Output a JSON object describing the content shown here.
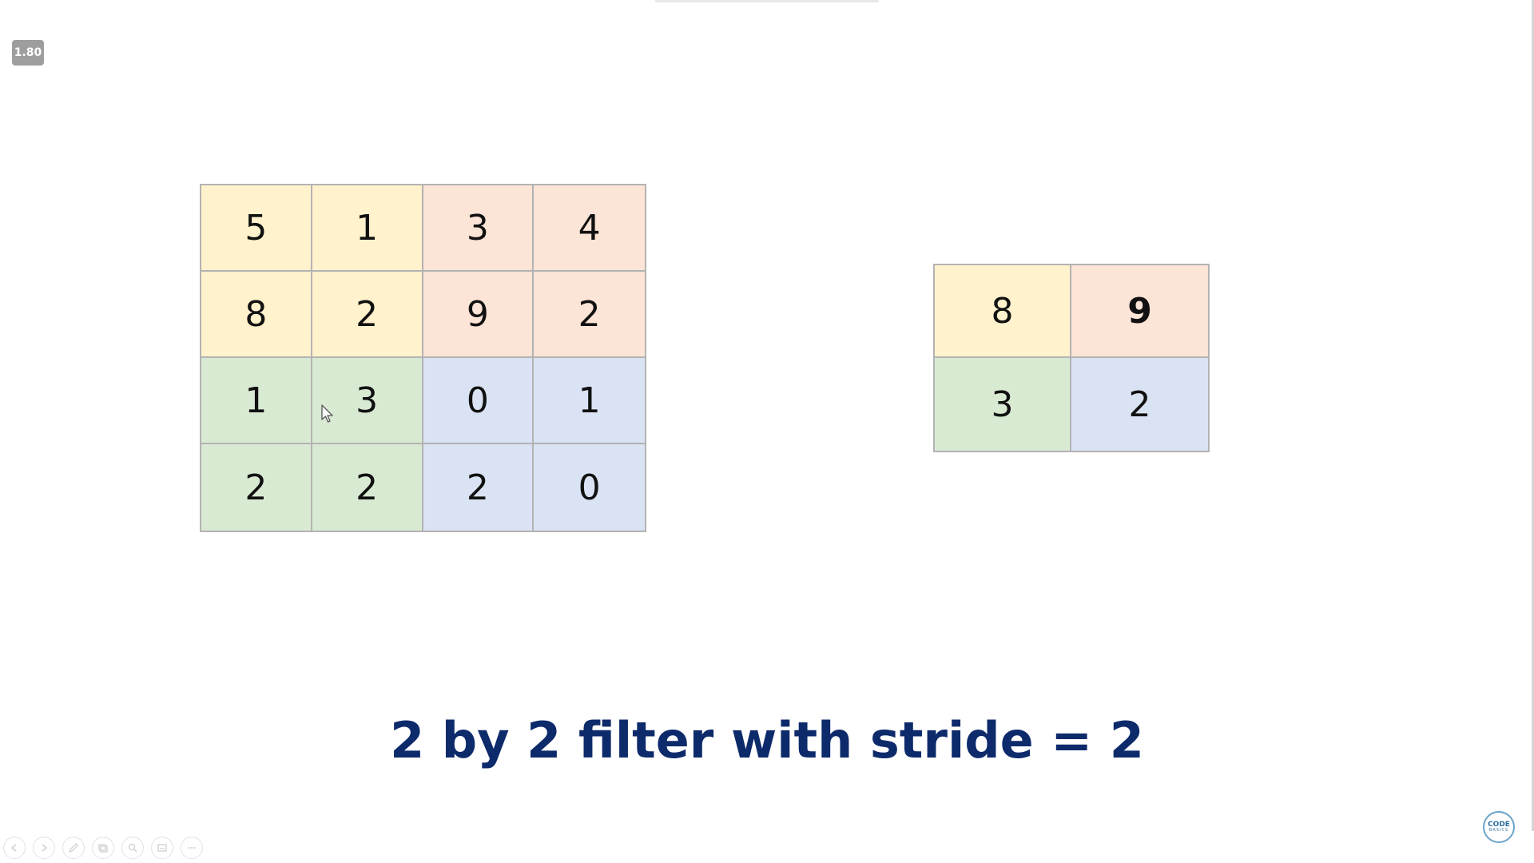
{
  "player": {
    "speed_badge": "1.80"
  },
  "input_matrix": {
    "rows": [
      [
        "5",
        "1",
        "3",
        "4"
      ],
      [
        "8",
        "2",
        "9",
        "2"
      ],
      [
        "1",
        "3",
        "0",
        "1"
      ],
      [
        "2",
        "2",
        "2",
        "0"
      ]
    ],
    "quadrant_colors": {
      "top_left": "#fff2cc",
      "top_right": "#fce4d6",
      "bottom_left": "#d9ead3",
      "bottom_right": "#dae3f3"
    }
  },
  "output_matrix": {
    "rows": [
      [
        "8",
        "9"
      ],
      [
        "3",
        "2"
      ]
    ],
    "bold_cell": "9"
  },
  "caption": "2 by 2 filter with stride = 2",
  "colors": {
    "caption": "#0d2a6b",
    "grid_border": "#b3b3b3"
  },
  "toolbar": {
    "icons": [
      "prev-icon",
      "next-icon",
      "pen-icon",
      "slides-icon",
      "zoom-icon",
      "subtitles-icon",
      "more-icon"
    ]
  },
  "logo": {
    "line1": "CODE",
    "line2": "BASICS"
  }
}
